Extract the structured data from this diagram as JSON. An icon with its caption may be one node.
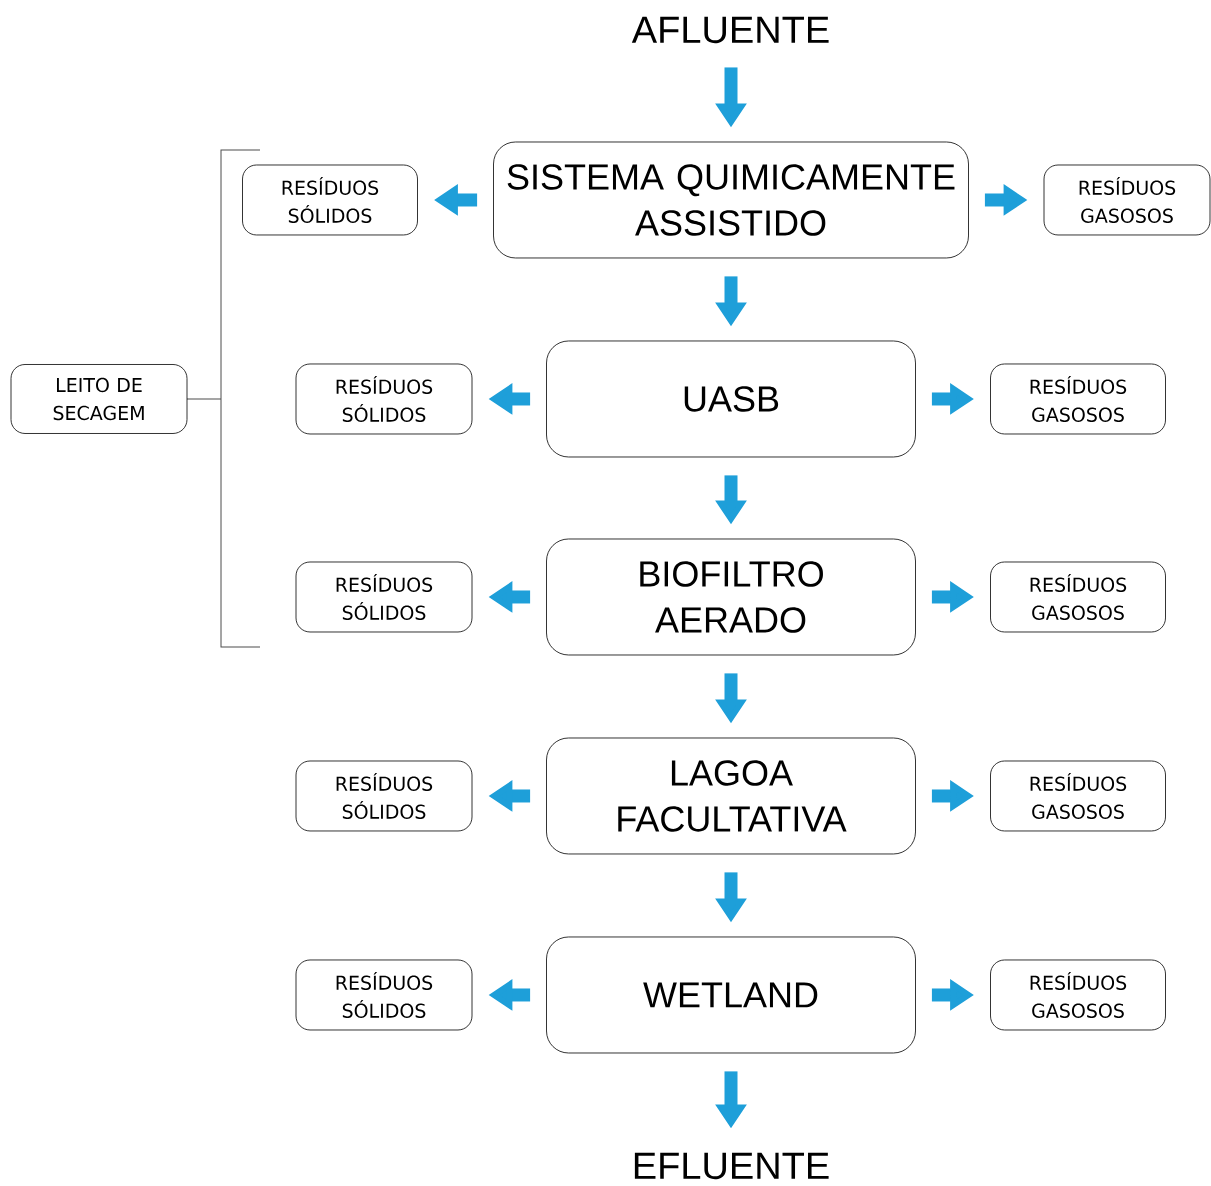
{
  "diagram": {
    "nodes": [
      {
        "text": [
          "AFLUENTE"
        ]
      },
      {
        "text": [
          "RESÍDUOS SÓLIDOS"
        ]
      },
      {
        "text": [
          "SISTEMA QUIMICAMENTE ASSISTIDO"
        ]
      },
      {
        "text": [
          "RESÍDUOS GASOSOS"
        ]
      },
      {
        "text": [
          "LEITO DE SECAGEM"
        ]
      },
      {
        "text": [
          "RESÍDUOS SÓLIDOS"
        ]
      },
      {
        "text": [
          "UASB"
        ]
      },
      {
        "text": [
          "RESÍDUOS GASOSOS"
        ]
      },
      {
        "text": [
          "RESÍDUOS SÓLIDOS"
        ]
      },
      {
        "text": [
          "BIOFILTRO AERADO"
        ]
      },
      {
        "text": [
          "RESÍDUOS GASOSOS"
        ]
      },
      {
        "text": [
          "RESÍDUOS SÓLIDOS"
        ]
      },
      {
        "text": [
          "LAGOA FACULTATIVA"
        ]
      },
      {
        "text": [
          "RESÍDUOS GASOSOS"
        ]
      },
      {
        "text": [
          "RESÍDUOS SÓLIDOS"
        ]
      },
      {
        "text": [
          "WETLAND"
        ]
      },
      {
        "text": [
          "RESÍDUOS GASOSOS"
        ]
      },
      {
        "text": [
          "EFLUENTE"
        ]
      }
    ],
    "edges": [
      {
        "from": 0,
        "to": 2,
        "arrow": "to"
      },
      {
        "from": 2,
        "to": 1,
        "arrow": "to"
      },
      {
        "from": 2,
        "to": 3,
        "arrow": "to"
      },
      {
        "from": 2,
        "to": 6,
        "arrow": "to"
      },
      {
        "from": 6,
        "to": 5,
        "arrow": "to"
      },
      {
        "from": 6,
        "to": 7,
        "arrow": "to"
      },
      {
        "from": 6,
        "to": 9,
        "arrow": "to"
      },
      {
        "from": 9,
        "to": 8,
        "arrow": "to"
      },
      {
        "from": 9,
        "to": 10,
        "arrow": "to"
      },
      {
        "from": 9,
        "to": 12,
        "arrow": "to"
      },
      {
        "from": 12,
        "to": 11,
        "arrow": "to"
      },
      {
        "from": 12,
        "to": 13,
        "arrow": "to"
      },
      {
        "from": 12,
        "to": 15,
        "arrow": "to"
      },
      {
        "from": 15,
        "to": 14,
        "arrow": "to"
      },
      {
        "from": 15,
        "to": 16,
        "arrow": "to"
      },
      {
        "from": 15,
        "to": 17,
        "arrow": "to"
      }
    ]
  }
}
